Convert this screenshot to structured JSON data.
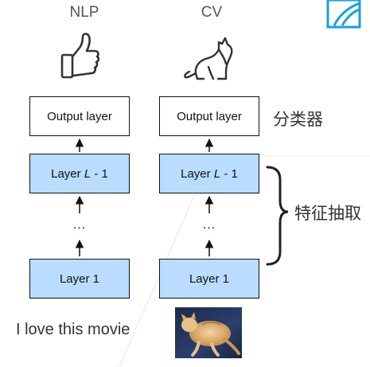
{
  "columns": {
    "nlp": {
      "title": "NLP"
    },
    "cv": {
      "title": "CV"
    }
  },
  "layers": {
    "output": "Output layer",
    "layer_l_prefix": "Layer ",
    "layer_l_var": "L",
    "layer_l_suffix": " - 1",
    "ellipsis": "...",
    "layer_1": "Layer 1"
  },
  "annotations": {
    "classifier": "分类器",
    "feature_extraction": "特征抽取"
  },
  "inputs": {
    "nlp_text": "I love this movie"
  },
  "icons": {
    "nlp": "thumbs-up-icon",
    "cv": "cat-icon",
    "input_image": "cat-photo"
  },
  "colors": {
    "layer_fill": "#b9dcff",
    "box_border": "#111111",
    "logo": "#1aa0d8"
  }
}
